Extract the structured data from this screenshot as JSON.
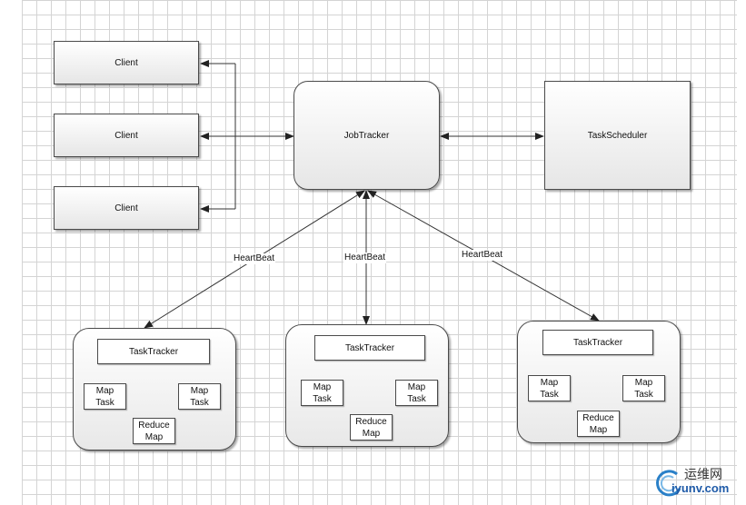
{
  "clients": [
    "Client",
    "Client",
    "Client"
  ],
  "job_tracker": "JobTracker",
  "task_scheduler": "TaskScheduler",
  "heartbeat_labels": [
    "HeartBeat",
    "HeartBeat",
    "HeartBeat"
  ],
  "task_trackers": [
    {
      "title": "TaskTracker",
      "left_task": "Map\nTask",
      "right_task": "Map\nTask",
      "bottom_task": "Reduce\nMap"
    },
    {
      "title": "TaskTracker",
      "left_task": "Map\nTask",
      "right_task": "Map\nTask",
      "bottom_task": "Reduce\nMap"
    },
    {
      "title": "TaskTracker",
      "left_task": "Map\nTask",
      "right_task": "Map\nTask",
      "bottom_task": "Reduce\nMap"
    }
  ],
  "watermark": {
    "cn": "运维网",
    "en": "iyunv.com"
  }
}
